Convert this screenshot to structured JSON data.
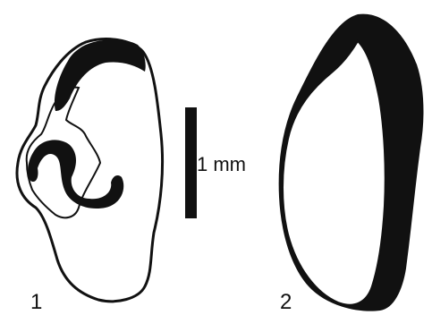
{
  "labels": {
    "specimen_1": "1",
    "specimen_2": "2",
    "scale_bar": "1 mm"
  },
  "colors": {
    "ink": "#111111",
    "background": "#ffffff"
  }
}
